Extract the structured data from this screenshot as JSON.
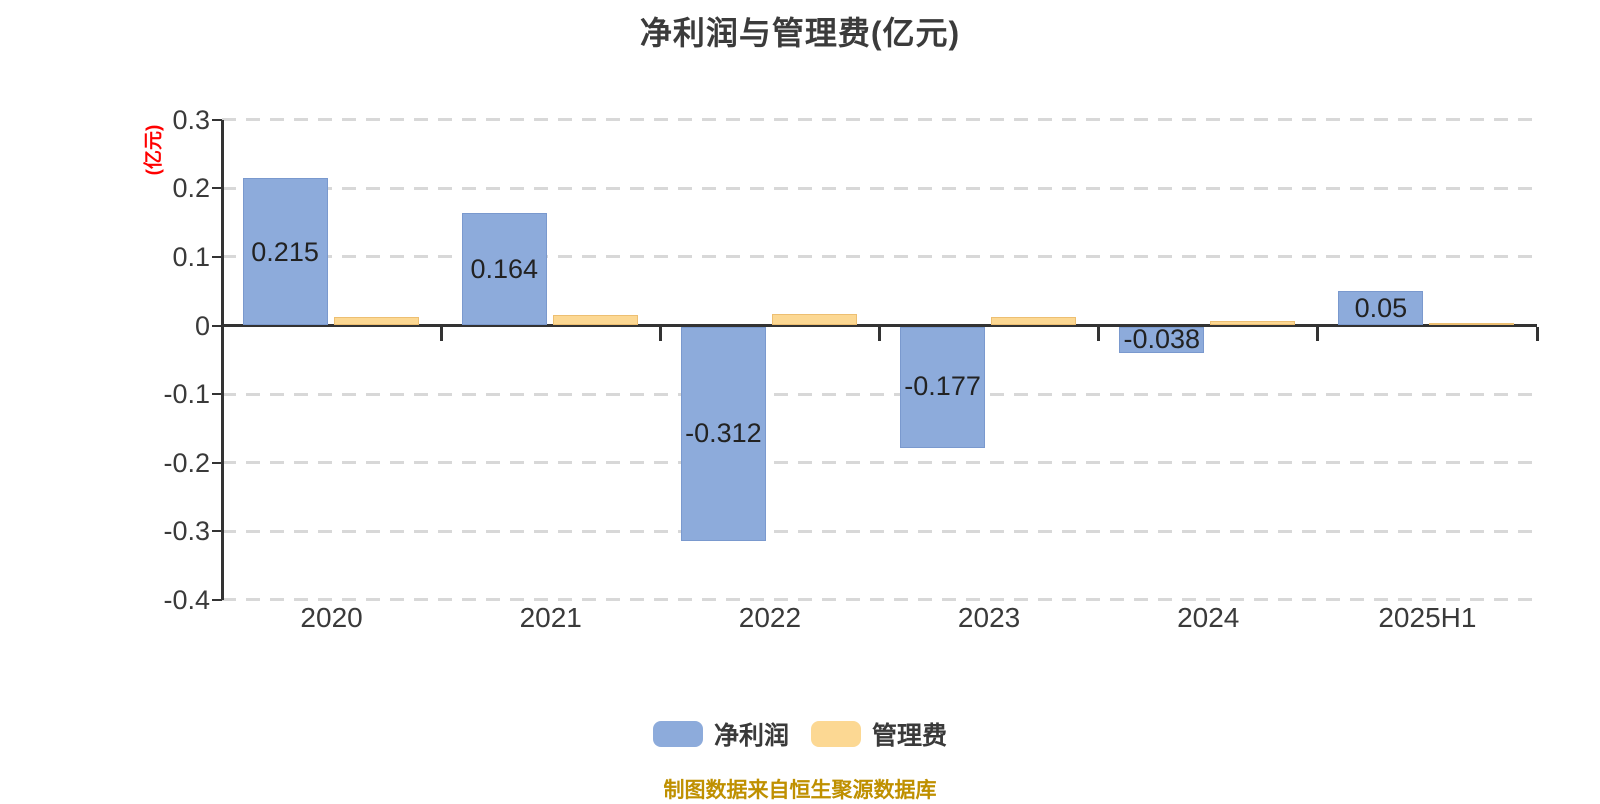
{
  "title": "净利润与管理费(亿元)",
  "caption": "制图数据来自恒生聚源数据库",
  "colors": {
    "net_profit_fill": "#8DABDB",
    "net_profit_border": "#7A99CE",
    "mgmt_fee_fill": "#FCD893",
    "mgmt_fee_border": "#EDBF72",
    "axis": "#333333",
    "grid": "#d8d8d8",
    "title_text": "#3b3b3b",
    "tick_text": "#3a3a3a",
    "bar_label_text": "#222222",
    "y_unit_text": "#ff0000",
    "caption_text": "#bf9000"
  },
  "chart_data": {
    "type": "bar",
    "title": "净利润与管理费(亿元)",
    "ylabel": "(亿元)",
    "xlabel": "",
    "categories": [
      "2020",
      "2021",
      "2022",
      "2023",
      "2024",
      "2025H1"
    ],
    "series": [
      {
        "name": "净利润",
        "color_key": "net_profit",
        "values": [
          0.215,
          0.164,
          -0.312,
          -0.177,
          -0.038,
          0.05
        ],
        "labels": [
          "0.215",
          "0.164",
          "-0.312",
          "-0.177",
          "-0.038",
          "0.05"
        ],
        "show_labels": true
      },
      {
        "name": "管理费",
        "color_key": "mgmt_fee",
        "values": [
          0.012,
          0.015,
          0.017,
          0.012,
          0.007,
          0.004
        ],
        "labels": [],
        "show_labels": false,
        "note": "values estimated from bar heights; no data labels shown"
      }
    ],
    "ylim": [
      -0.4,
      0.3
    ],
    "yticks": [
      0.3,
      0.2,
      0.1,
      0,
      -0.1,
      -0.2,
      -0.3,
      -0.4
    ],
    "ytick_labels": [
      "0.3",
      "0.2",
      "0.1",
      "0",
      "-0.1",
      "-0.2",
      "-0.3",
      "-0.4"
    ],
    "grid": "horizontal dashed",
    "legend_position": "bottom"
  },
  "legend": {
    "items": [
      {
        "label": "净利润",
        "color_key": "net_profit"
      },
      {
        "label": "管理费",
        "color_key": "mgmt_fee"
      }
    ]
  }
}
